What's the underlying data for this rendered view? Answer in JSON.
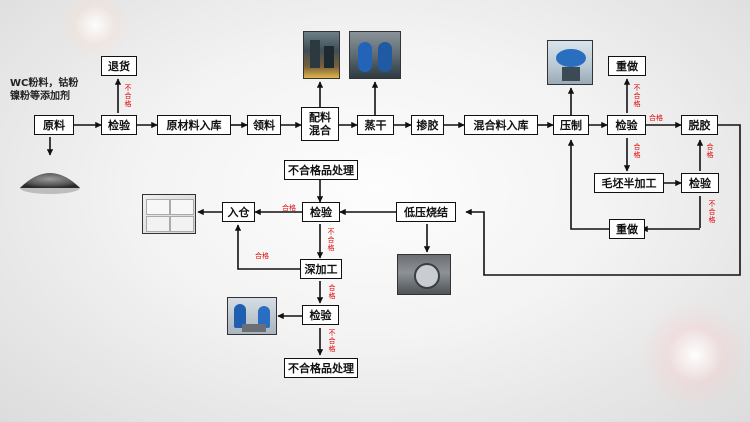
{
  "raw_material_note": "WC粉料，钴粉\n镍粉等添加剂",
  "nodes": {
    "yuanliao": "原料",
    "jianyan1": "检验",
    "tuihuo": "退货",
    "yuancailiao_ruku": "原材料入库",
    "lingliao": "领料",
    "peiliao_hunhe": "配料\n混合",
    "zhenggan": "蒸干",
    "chanjiao": "掺胶",
    "hunheliao_ruku": "混合料入库",
    "yazhi": "压制",
    "jianyan2": "检验",
    "zhongzuo1": "重做",
    "tuojiao": "脱胶",
    "maopi_jiagong": "毛坯半加工",
    "jianyan3": "检验",
    "zhongzuo2": "重做",
    "diya_shaojie": "低压烧结",
    "jianyan4": "检验",
    "buhege_chuli1": "不合格品处理",
    "ruchang": "入仓",
    "shen_jiagong": "深加工",
    "jianyan5": "检验",
    "buhege_chuli2": "不合格品处理"
  },
  "edge_labels": {
    "pass": "合格",
    "fail": "不\n合\n格"
  },
  "colors": {
    "arrow": "#111111",
    "label_red": "#e00000",
    "box_border": "#111111"
  }
}
